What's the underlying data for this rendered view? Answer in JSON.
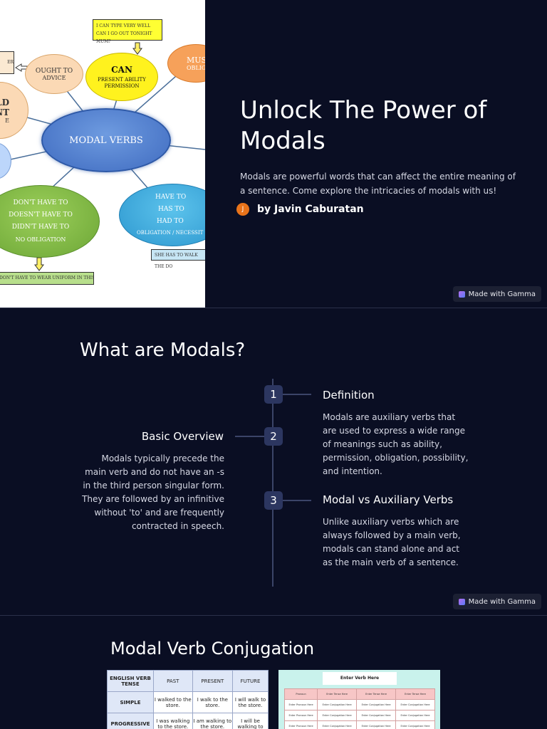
{
  "slide1": {
    "title": "Unlock The Power of Modals",
    "description": "Modals are powerful words that can affect the entire meaning of a sentence. Come explore the intricacies of modals with us!",
    "avatar_initial": "J",
    "author": "by Javin Caburatan",
    "badge": "Made with Gamma",
    "mindmap": {
      "center": "MODAL VERBS",
      "can_title": "CAN",
      "can_sub": "PRESENT ABILITY PERMISSION",
      "ought_title": "OUGHT TO",
      "ought_sub": "ADVICE",
      "must_title": "MUS",
      "must_sub": "OBLIGA",
      "should_a": "LD",
      "should_b": "ONT",
      "should_c": "E",
      "dont_1": "DON'T HAVE TO",
      "dont_2": "DOESN'T HAVE TO",
      "dont_3": "DIDN'T HAVE TO",
      "dont_4": "NO OBLIGATION",
      "have_1": "HAVE TO",
      "have_2": "HAS TO",
      "have_3": "HAD TO",
      "have_4": "OBLIGATION / NECESSIT",
      "note_top_1": "I CAN TYPE VERY WELL",
      "note_top_2": "CAN I GO OUT TONIGHT MUM?",
      "note_left": "ER",
      "note_bottom": "DON'T HAVE TO WEAR UNIFORM IN THIS SCHOOL",
      "note_right": "SHE HAS TO WALK THE DO"
    }
  },
  "slide2": {
    "title": "What are Modals?",
    "badge": "Made with Gamma",
    "items": [
      {
        "num": "1",
        "heading": "Definition",
        "body": "Modals are auxiliary verbs that are used to express a wide range of meanings such as ability, permission, obligation, possibility, and intention."
      },
      {
        "num": "2",
        "heading": "Basic Overview",
        "body": "Modals typically precede the main verb and do not have an -s in the third person singular form. They are followed by an infinitive without 'to' and are frequently contracted in speech."
      },
      {
        "num": "3",
        "heading": "Modal vs Auxiliary Verbs",
        "body": "Unlike auxiliary verbs which are always followed by a main verb, modals can stand alone and act as the main verb of a sentence."
      }
    ]
  },
  "slide3": {
    "title": "Modal Verb Conjugation",
    "table": {
      "headers": [
        "ENGLISH VERB TENSE",
        "PAST",
        "PRESENT",
        "FUTURE"
      ],
      "rows": [
        [
          "SIMPLE",
          "I walked to the store.",
          "I walk to the store.",
          "I will walk to the store."
        ],
        [
          "PROGRESSIVE",
          "I was walking to the store.",
          "I am walking to the store.",
          "I will be walking to"
        ]
      ]
    },
    "template": {
      "heading": "Enter Verb Here",
      "headers": [
        "Pronoun",
        "Enter Tense Here",
        "Enter Tense Here",
        "Enter Tense Here"
      ],
      "row_pronoun": "Enter Pronoun Here",
      "row_cell": "Enter Conjugation Here"
    }
  }
}
